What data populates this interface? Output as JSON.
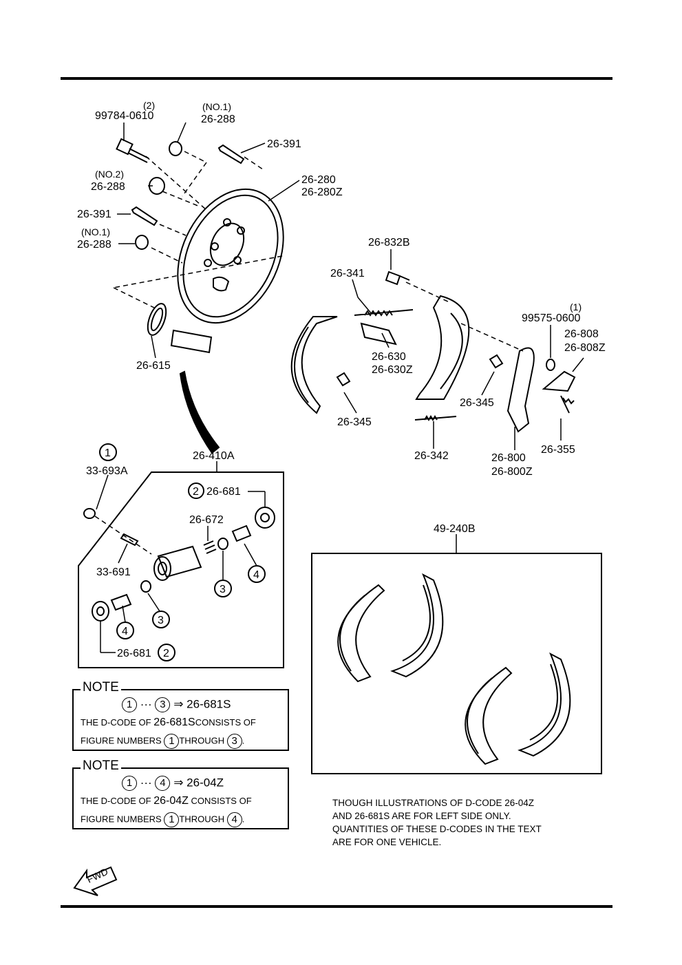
{
  "labels": {
    "bolt_qty": "(2)",
    "bolt": "99784-0610",
    "nut_top_no": "(NO.1)",
    "nut_top": "26-288",
    "pin_top": "26-391",
    "nut_mid_no": "(NO.2)",
    "nut_mid": "26-288",
    "backing_plate_a": "26-280",
    "backing_plate_b": "26-280Z",
    "pin_mid": "26-391",
    "nut_low_no": "(NO.1)",
    "nut_low": "26-288",
    "gasket": "26-615",
    "adjuster": "26-832B",
    "spring_upper": "26-341",
    "strut_a": "26-630",
    "strut_b": "26-630Z",
    "holddown_left": "26-345",
    "holddown_right": "26-345",
    "spring_lower": "26-342",
    "clip_qty": "(1)",
    "clip": "99575-0600",
    "lever_a": "26-808",
    "lever_b": "26-808Z",
    "lever_spring": "26-355",
    "param_lever_a": "26-800",
    "param_lever_b": "26-800Z",
    "wheel_cyl": "26-410A",
    "cap_num": "1",
    "cap": "33-693A",
    "boot_top_num": "2",
    "boot_top": "26-681",
    "spring_cyl": "26-672",
    "bleeder": "33-691",
    "cup_num": "3",
    "piston_num": "4",
    "boot_bot": "26-681",
    "boot_bot_num": "2",
    "shoe_set": "49-240B",
    "fwd": "FWD"
  },
  "note1": {
    "title": "NOTE",
    "from": "1",
    "dots": "···",
    "to": "3",
    "arrow": "⇒",
    "code": "26-681S",
    "text_a": "THE D-CODE OF",
    "text_code": "26-681S",
    "text_b": "CONSISTS OF",
    "text_c": "FIGURE NUMBERS",
    "text_d": "THROUGH",
    "end": "."
  },
  "note2": {
    "title": "NOTE",
    "from": "1",
    "dots": "···",
    "to": "4",
    "arrow": "⇒",
    "code": "26-04Z",
    "text_a": "THE D-CODE OF",
    "text_code": "26-04Z",
    "text_b": "CONSISTS OF",
    "text_c": "FIGURE NUMBERS",
    "text_d": "THROUGH",
    "end": "."
  },
  "disclaimer": "THOUGH ILLUSTRATIONS OF D-CODE 26-04Z\nAND 26-681S ARE FOR LEFT SIDE ONLY.\nQUANTITIES OF THESE D-CODES IN THE TEXT\nARE FOR ONE VEHICLE."
}
